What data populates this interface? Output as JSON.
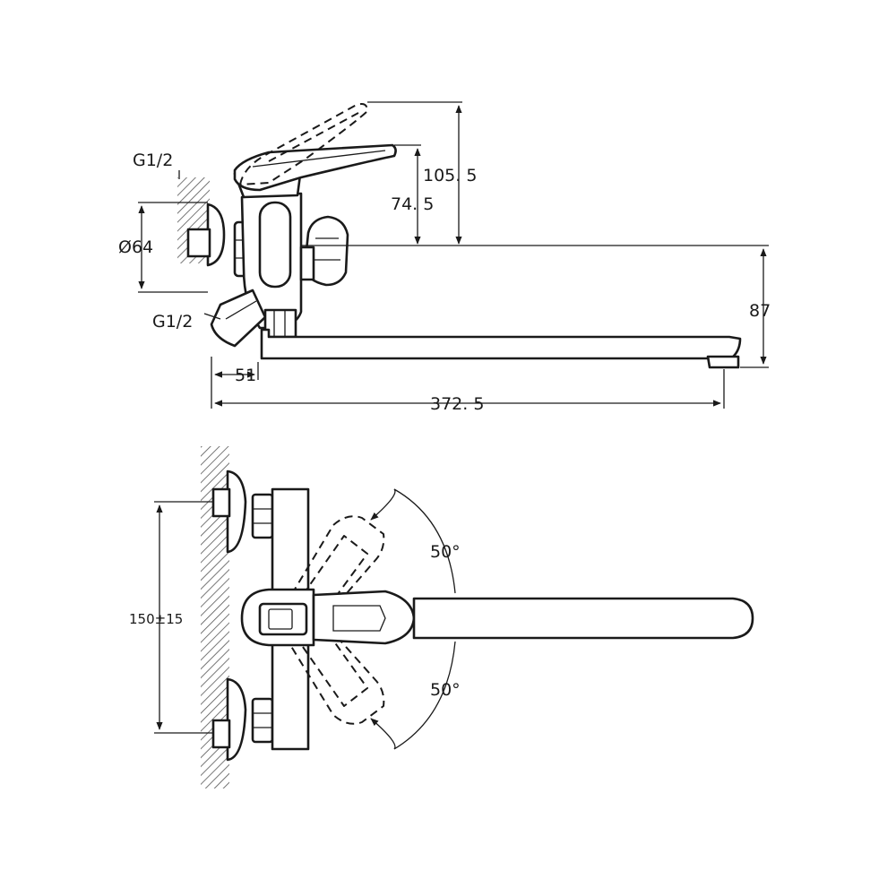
{
  "side_view": {
    "thread_top": "G1/2",
    "thread_bottom": "G1/2",
    "diameter": "Ø64",
    "height_lever_raised": "105. 5",
    "height_lever": "74. 5",
    "spout_drop": "87",
    "offset": "51",
    "spout_reach": "372. 5"
  },
  "top_view": {
    "centre_distance": "150±15",
    "rotation_upper": "50°",
    "rotation_lower": "50°"
  }
}
